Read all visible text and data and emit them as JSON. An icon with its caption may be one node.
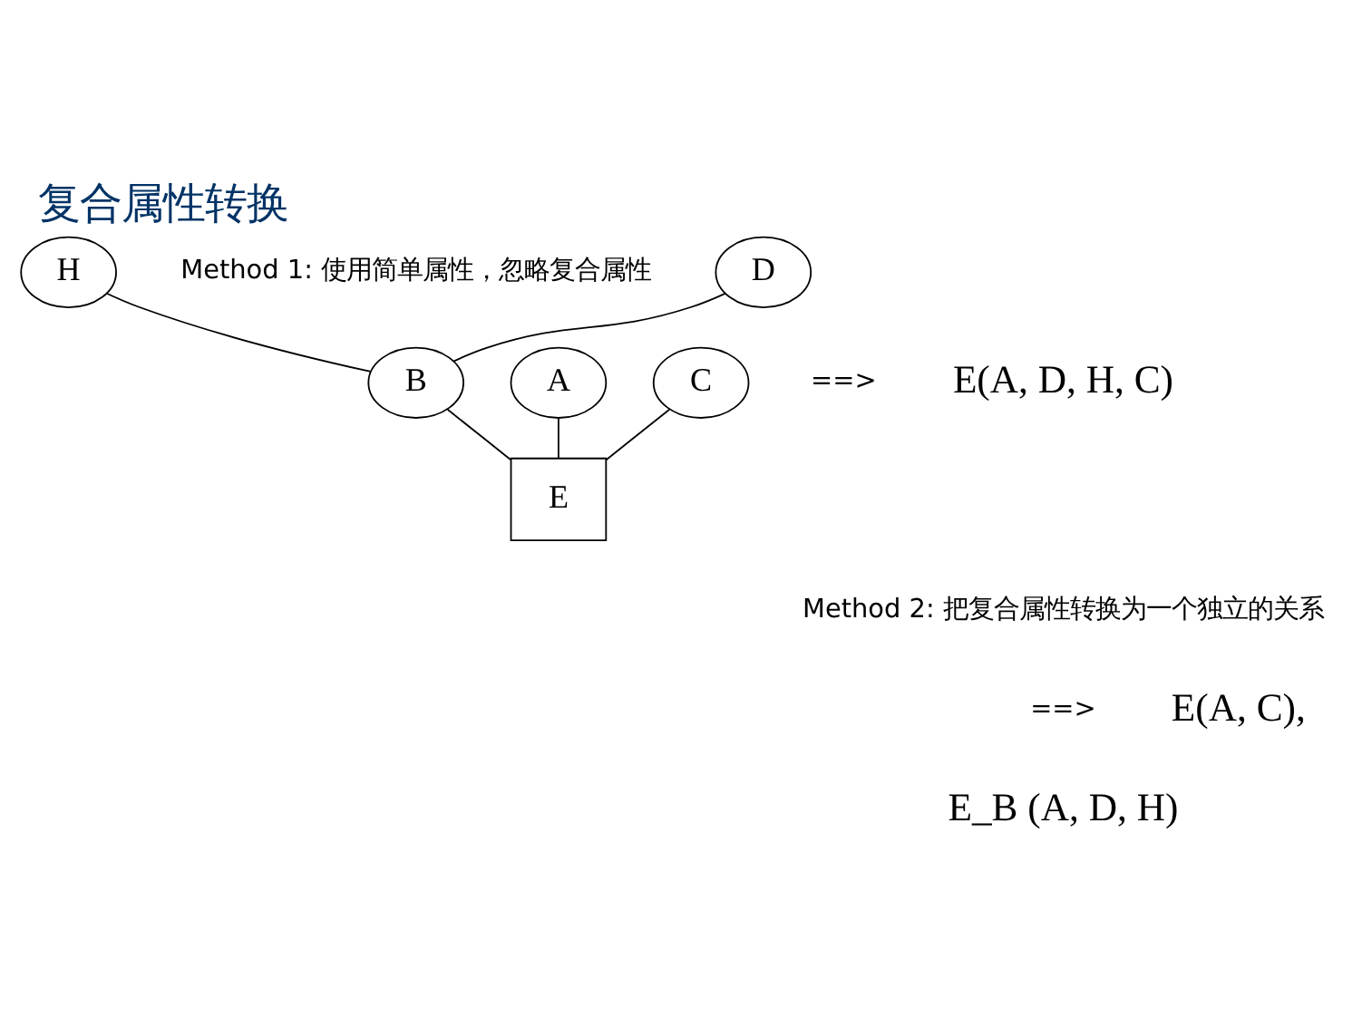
{
  "diagram": {
    "title": "复合属性转换",
    "nodes": [
      {
        "text": [
          "D"
        ]
      },
      {
        "text": [
          "H"
        ]
      },
      {
        "text": [
          "A"
        ]
      },
      {
        "text": [
          "B"
        ]
      },
      {
        "text": [
          "C"
        ]
      },
      {
        "text": [
          "E"
        ]
      }
    ],
    "edges": [
      {
        "from": 0,
        "to": 3,
        "arrow": "none"
      },
      {
        "from": 1,
        "to": 3,
        "arrow": "none"
      },
      {
        "from": 2,
        "to": 5,
        "arrow": "none"
      },
      {
        "from": 3,
        "to": 5,
        "arrow": "none"
      },
      {
        "from": 4,
        "to": 5,
        "arrow": "none"
      }
    ],
    "labels": [
      "Method 1: 使用简单属性，忽略复合属性",
      "==>",
      "E(A, D, H, C)",
      "Method 2: 把复合属性转换为一个独立的关系",
      "==>",
      "E(A, C),",
      "E_B (A, D, H)"
    ]
  }
}
